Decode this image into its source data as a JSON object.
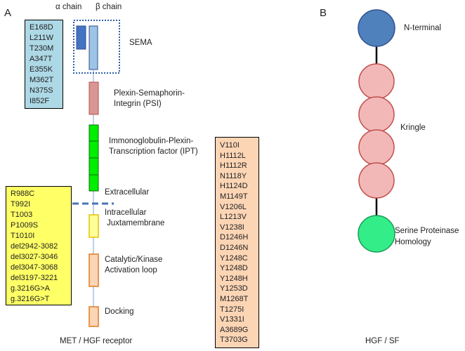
{
  "panel_a": {
    "letter": "A",
    "alpha_label": "α chain",
    "beta_label": "β chain",
    "domains": {
      "sema": "SEMA",
      "psi_line1": "Plexin-Semaphorin-",
      "psi_line2": "Integrin (PSI)",
      "ipt_line1": "Immonoglobulin-Plexin-",
      "ipt_line2": "Transcription factor (IPT)",
      "extracellular": "Extracellular",
      "intra_line1": "Intracellular",
      "intra_line2": "Juxtamembrane",
      "kinase_line1": "Catalytic/Kinase",
      "kinase_line2": "Activation loop",
      "docking": "Docking"
    },
    "caption": "MET / HGF receptor",
    "sema_mutations": [
      "E168D",
      "L211W",
      "T230M",
      "A347T",
      "E355K",
      "M362T",
      "N375S",
      "I852F"
    ],
    "juxta_mutations": [
      "R988C",
      "T992I",
      "T1003",
      "P1009S",
      "T1010I",
      "del2942-3082",
      "del3027-3046",
      "del3047-3068",
      "del3197-3221",
      "g.3216G>A",
      "g.3216G>T"
    ],
    "kinase_mutations": [
      "V110I",
      "H1112L",
      "H1112R",
      "N1118Y",
      "H1124D",
      "M1149T",
      "V1206L",
      "L1213V",
      "V1238I",
      "D1246H",
      "D1246N",
      "Y1248C",
      "Y1248D",
      "Y1248H",
      "Y1253D",
      "M1268T",
      "T1275I",
      "V1331I",
      "A3689G",
      "T3703G"
    ]
  },
  "panel_b": {
    "letter": "B",
    "n_terminal": "N-terminal",
    "kringle": "Kringle",
    "serine_line1": "Serine Proteinase",
    "serine_line2": "Homology",
    "caption": "HGF / SF"
  },
  "colors": {
    "sema_box_fill": "#add8e6",
    "juxta_box_fill": "#ffff66",
    "kinase_box_fill": "#fcd5b5",
    "alpha_chain": "#4472c4",
    "beta_chain": "#9dc3e6",
    "psi": "#d99694",
    "ipt": "#00ee00",
    "juxta_domain": "#ffff99",
    "kinase_domain": "#fcd5b5",
    "n_terminal": "#4f81bd",
    "kringle": "#f2b8b8",
    "serine": "#33ee88",
    "membrane": "#4a74b4"
  }
}
